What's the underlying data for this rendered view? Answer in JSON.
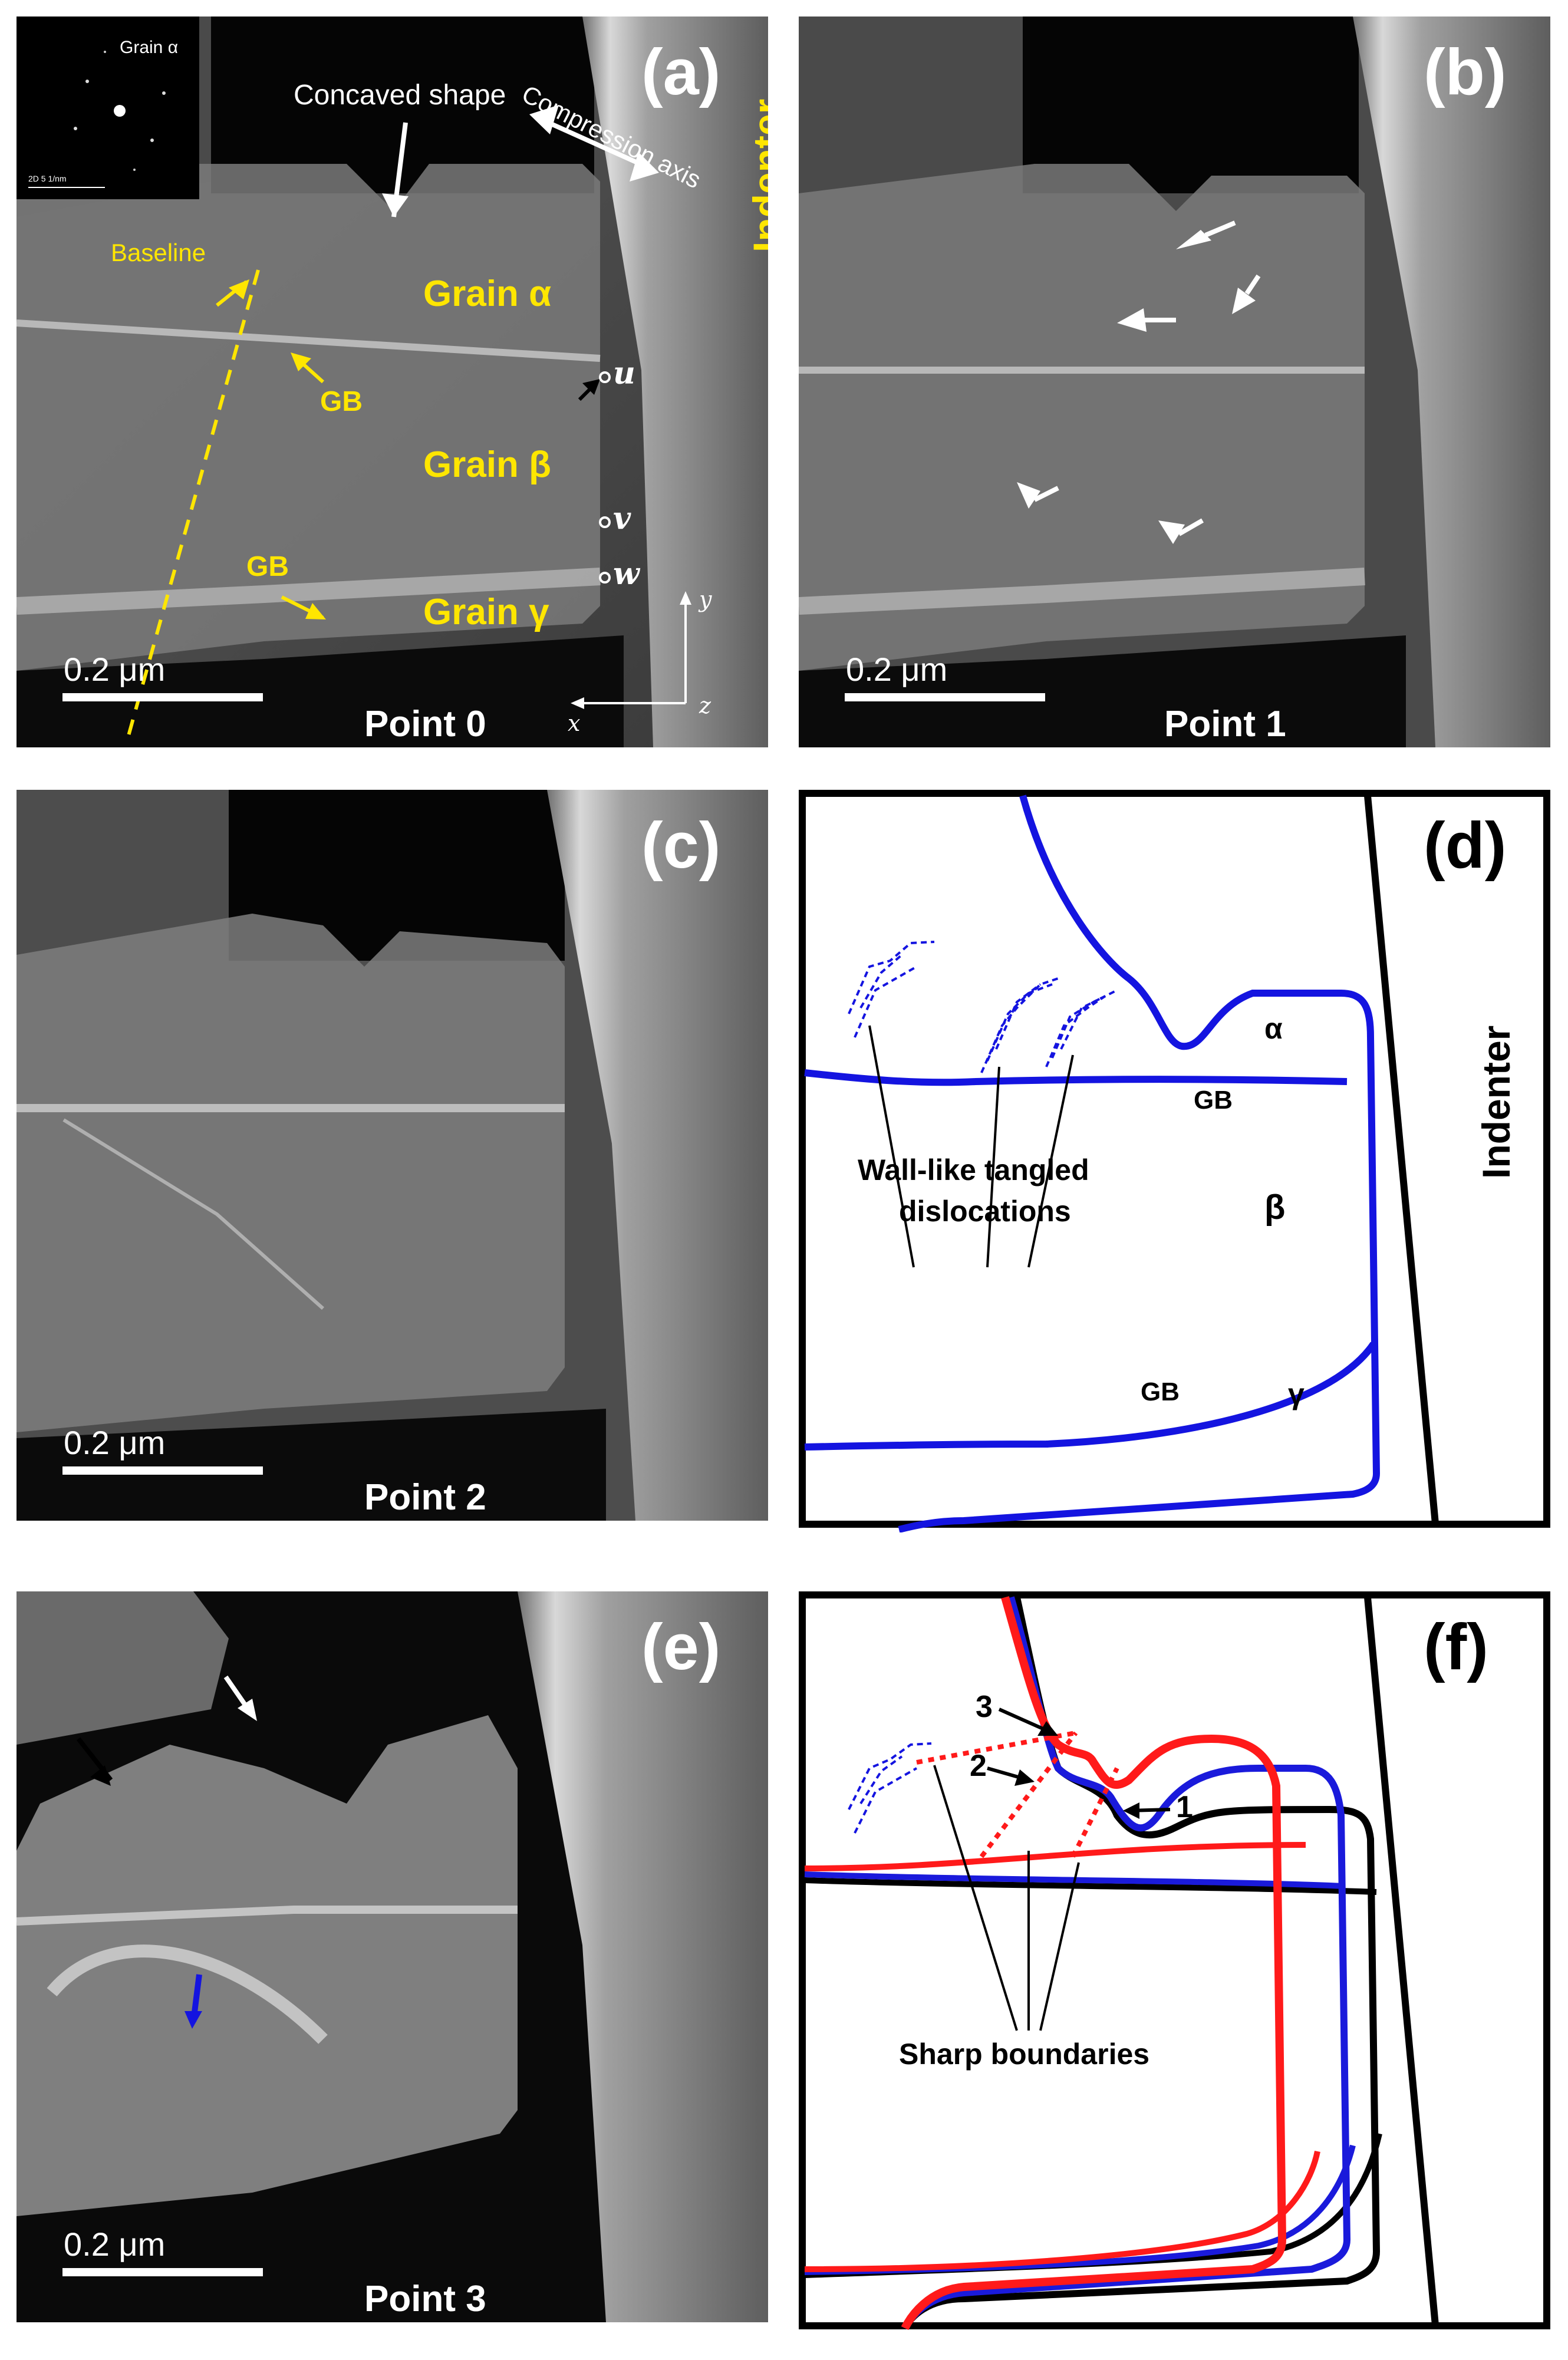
{
  "panels": {
    "a": {
      "label": "(a)",
      "point": "Point 0",
      "inset_title": "Grain α",
      "inset_scale": "2D 5 1/nm",
      "concaved": "Concaved shape",
      "compression": "Compression axis",
      "indenter": "Indenter",
      "baseline": "Baseline",
      "gb1": "GB",
      "gb2": "GB",
      "grain_alpha": "Grain α",
      "grain_beta": "Grain β",
      "grain_gamma": "Grain γ",
      "marker_u": "u",
      "marker_v": "v",
      "marker_w": "w",
      "axis_y": "y",
      "axis_x": "x",
      "axis_z": "z",
      "scale": "0.2 μm"
    },
    "b": {
      "label": "(b)",
      "point": "Point 1",
      "scale": "0.2 μm"
    },
    "c": {
      "label": "(c)",
      "point": "Point 2",
      "scale": "0.2 μm"
    },
    "d": {
      "label": "(d)",
      "indenter": "Indenter",
      "alpha": "α",
      "beta": "β",
      "gamma": "γ",
      "gb1": "GB",
      "gb2": "GB",
      "wall_line1": "Wall-like tangled",
      "wall_line2": "dislocations"
    },
    "e": {
      "label": "(e)",
      "point": "Point 3",
      "scale": "0.2 μm"
    },
    "f": {
      "label": "(f)",
      "n1": "1",
      "n2": "2",
      "n3": "3",
      "sharp": "Sharp boundaries"
    }
  },
  "colors": {
    "yellow_annotation": "#ffe600",
    "outline_point0": "#000000",
    "outline_point1": "#1a1adb",
    "outline_point3": "#ff1a1a"
  }
}
